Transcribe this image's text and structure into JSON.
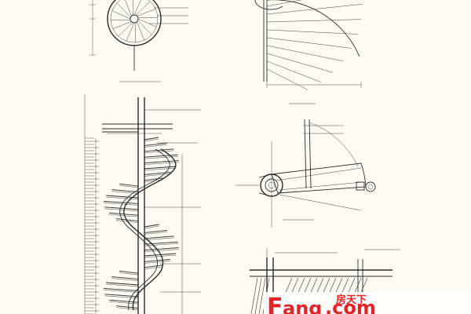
{
  "watermark": {
    "cn": "房天下",
    "en_prefix": "F",
    "en_middle": "ang",
    "en_suffix": ".com",
    "color": "#e3252a"
  },
  "colors": {
    "paper": "#fdfcf3",
    "ink": "#2a2a2a"
  }
}
